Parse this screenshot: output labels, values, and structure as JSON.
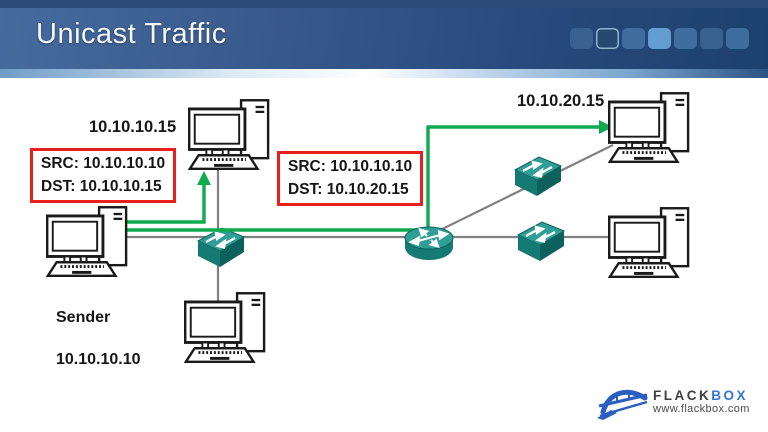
{
  "title": "Unicast Traffic",
  "header": {
    "squares": [
      {
        "fill": "#3a6090",
        "border": ""
      },
      {
        "fill": "#26496f",
        "border": "#8fb3d4"
      },
      {
        "fill": "#3f6d9e",
        "border": ""
      },
      {
        "fill": "#649dd2",
        "border": ""
      },
      {
        "fill": "#3f6d9e",
        "border": ""
      },
      {
        "fill": "#37618f",
        "border": ""
      },
      {
        "fill": "#3f6d9e",
        "border": ""
      }
    ]
  },
  "colors": {
    "green": "#0fa94e",
    "red": "#e8201c",
    "gray_line": "#808080",
    "teal_top": "#2e9e96",
    "teal_front": "#147a73",
    "teal_side": "#0c615d"
  },
  "labels": {
    "receiver_lan_ip": "10.10.10.15",
    "receiver_remote_ip": "10.10.20.15",
    "sender_name": "Sender",
    "sender_ip": "10.10.10.10"
  },
  "packets": [
    {
      "src": "SRC: 10.10.10.10",
      "dst": "DST: 10.10.10.15"
    },
    {
      "src": "SRC: 10.10.10.10",
      "dst": "DST: 10.10.20.15"
    }
  ],
  "logo": {
    "name_dark": "FLACK",
    "name_blue": "BOX",
    "url": "www.flackbox.com"
  }
}
